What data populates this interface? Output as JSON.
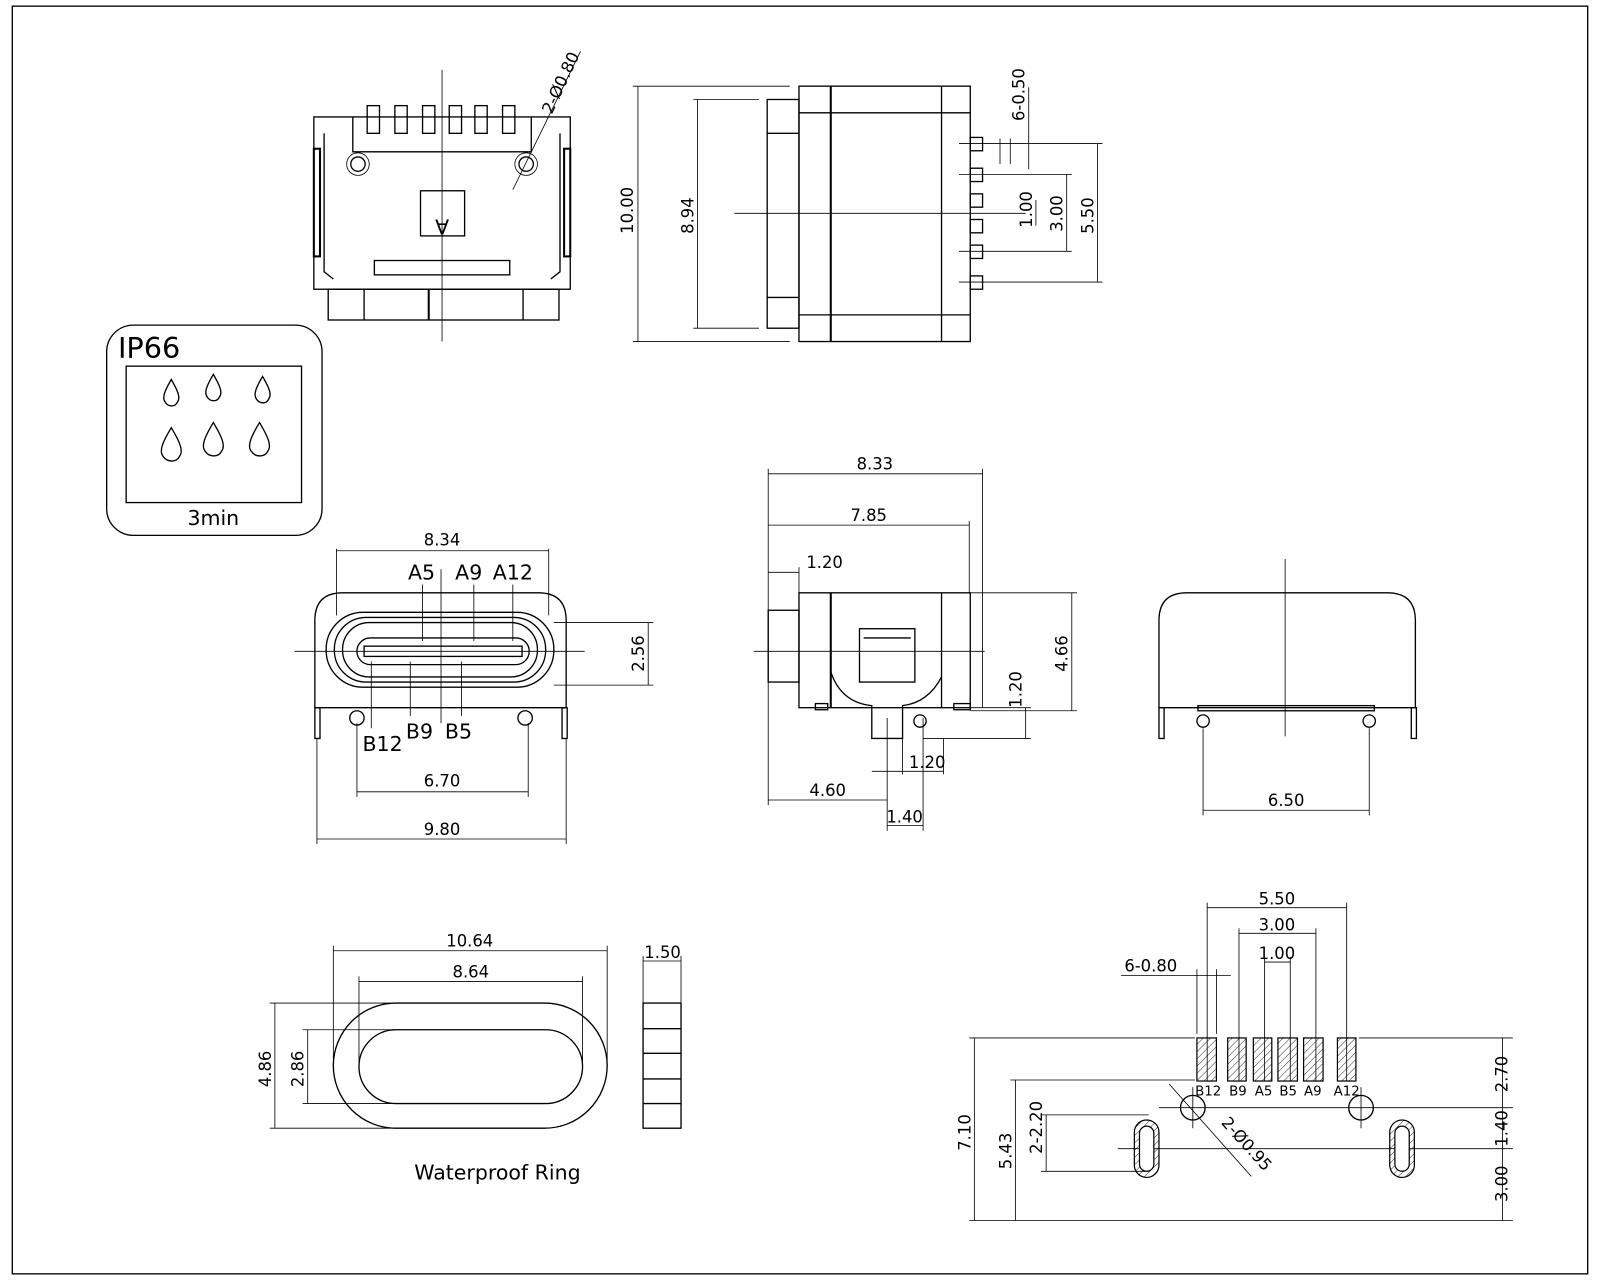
{
  "top_view": {
    "hole_callout": "2-Ø0.80",
    "marker": "A"
  },
  "side_view_top": {
    "d_10_00": "10.00",
    "d_8_94": "8.94",
    "pin_callout": "6-0.50",
    "d_5_50": "5.50",
    "d_3_00": "3.00",
    "d_1_00": "1.00"
  },
  "ip_badge": {
    "rating": "IP66",
    "duration": "3min"
  },
  "front_view": {
    "d_8_34": "8.34",
    "d_2_56": "2.56",
    "d_6_70": "6.70",
    "d_9_80": "9.80",
    "pins_top": [
      "A5",
      "A9",
      "A12"
    ],
    "pins_bottom": [
      "B12",
      "B9",
      "B5"
    ]
  },
  "side_view_mid": {
    "d_8_33": "8.33",
    "d_7_85": "7.85",
    "d_1_20a": "1.20",
    "d_4_66": "4.66",
    "d_1_20b": "1.20",
    "d_1_20c": "1.20",
    "d_4_60": "4.60",
    "d_1_40": "1.40"
  },
  "back_view": {
    "d_6_50": "6.50"
  },
  "ring": {
    "d_10_64": "10.64",
    "d_8_64": "8.64",
    "d_4_86": "4.86",
    "d_2_86": "2.86",
    "d_1_50": "1.50",
    "caption": "Waterproof Ring"
  },
  "footprint": {
    "d_5_50": "5.50",
    "d_3_00": "3.00",
    "d_1_00": "1.00",
    "pad_callout": "6-0.80",
    "pads": [
      "B12",
      "B9",
      "A5",
      "B5",
      "A9",
      "A12"
    ],
    "d_7_10": "7.10",
    "d_5_43": "5.43",
    "slot_callout": "2-2.20",
    "hole_callout": "2-Ø0.95",
    "d_2_70": "2.70",
    "d_1_40": "1.40",
    "d_3_00b": "3.00"
  }
}
